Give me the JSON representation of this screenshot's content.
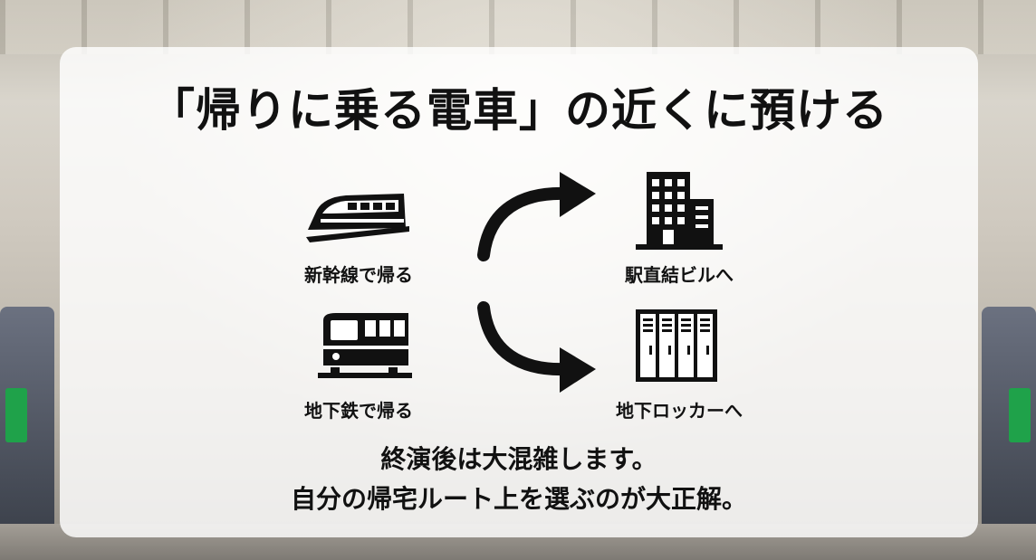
{
  "title": "「帰りに乗る電車」の近くに預ける",
  "routes": [
    {
      "from_label": "新幹線で帰る",
      "from_icon": "bullet-train-icon",
      "to_label": "駅直結ビルへ",
      "to_icon": "building-icon"
    },
    {
      "from_label": "地下鉄で帰る",
      "from_icon": "subway-train-icon",
      "to_label": "地下ロッカーへ",
      "to_icon": "coin-locker-icon"
    }
  ],
  "message": {
    "line1": "終演後は大混雑します。",
    "line2": "自分の帰宅ルート上を選ぶのが大正解。"
  },
  "colors": {
    "text": "#111111",
    "panel": "#ffffff",
    "accent_gate": "#1fa24a"
  }
}
